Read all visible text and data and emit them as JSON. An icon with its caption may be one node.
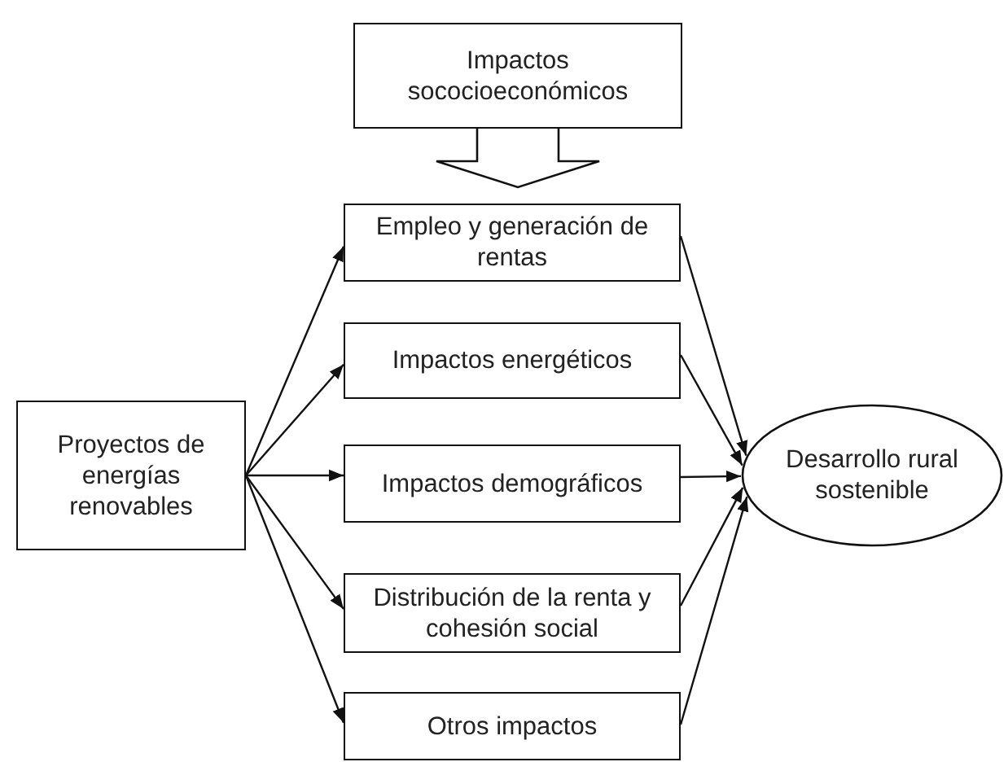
{
  "diagram": {
    "nodes": [
      {
        "text": [
          "Impactos sococioeconómicos"
        ]
      },
      {
        "text": [
          "Empleo y generación de rentas"
        ]
      },
      {
        "text": [
          "Impactos energéticos"
        ]
      },
      {
        "text": [
          "Impactos demográficos"
        ]
      },
      {
        "text": [
          "Distribución de la renta y cohesión social"
        ]
      },
      {
        "text": [
          "Otros impactos"
        ]
      },
      {
        "text": [
          "Proyectos de energías renovables"
        ]
      },
      {
        "text": [
          "Desarrollo rural sostenible"
        ]
      }
    ],
    "edges": [
      {
        "from": 0,
        "to": 1,
        "arrow": "to",
        "style": "thick"
      },
      {
        "from": 6,
        "to": 1,
        "arrow": "to"
      },
      {
        "from": 6,
        "to": 2,
        "arrow": "to"
      },
      {
        "from": 6,
        "to": 3,
        "arrow": "to"
      },
      {
        "from": 6,
        "to": 4,
        "arrow": "to"
      },
      {
        "from": 6,
        "to": 5,
        "arrow": "to"
      },
      {
        "from": 1,
        "to": 7,
        "arrow": "to"
      },
      {
        "from": 2,
        "to": 7,
        "arrow": "to"
      },
      {
        "from": 3,
        "to": 7,
        "arrow": "to"
      },
      {
        "from": 4,
        "to": 7,
        "arrow": "to"
      },
      {
        "from": 5,
        "to": 7,
        "arrow": "to"
      }
    ]
  }
}
